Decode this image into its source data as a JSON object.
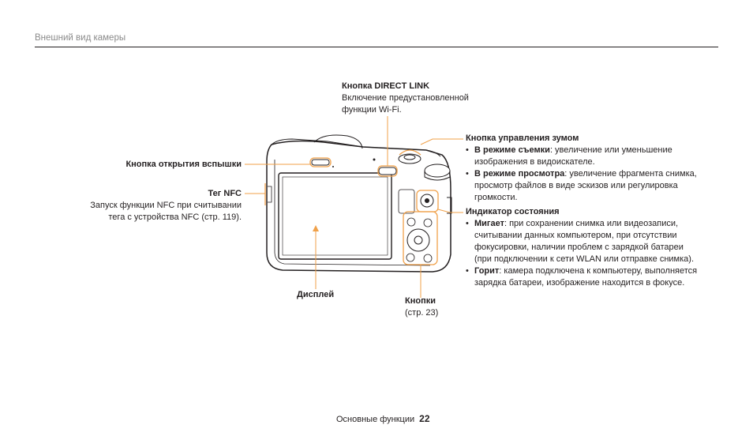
{
  "header": {
    "section_title": "Внешний вид камеры"
  },
  "callouts": {
    "direct_link": {
      "title": "Кнопка DIRECT LINK",
      "line1": "Включение предустановленной",
      "line2": "функции Wi-Fi."
    },
    "flash": {
      "title": "Кнопка открытия вспышки"
    },
    "nfc": {
      "title": "Тег NFC",
      "line1": "Запуск функции NFC при считывании",
      "line2": "тега с устройства NFC (стр. 119)."
    },
    "display": {
      "title": "Дисплей"
    },
    "buttons": {
      "title": "Кнопки",
      "ref": "(стр. 23)"
    },
    "zoom": {
      "title": "Кнопка управления зумом",
      "bullets": [
        {
          "term": "В режиме съемки",
          "line1": ": увеличение или уменьшение",
          "line2": "изображения в видоискателе."
        },
        {
          "term": "В режиме просмотра",
          "line1": ": увеличение фрагмента снимка,",
          "line2": "просмотр файлов в виде эскизов или регулировка",
          "line3": "громкости."
        }
      ]
    },
    "status": {
      "title": "Индикатор состояния",
      "bullets": [
        {
          "term": "Мигает",
          "line1": ": при сохранении снимка или видеозаписи,",
          "line2": "считывании данных компьютером, при отсутствии",
          "line3": "фокусировки, наличии проблем с зарядкой батареи",
          "line4": "(при подключении к сети WLAN или отправке снимка)."
        },
        {
          "term": "Горит",
          "line1": ": камера подключена к компьютеру, выполняется",
          "line2": "зарядка батареи, изображение находится в фокусе."
        }
      ]
    }
  },
  "footer": {
    "label": "Основные функции",
    "page": "22"
  },
  "colors": {
    "callout_line": "#f0a14a",
    "text": "#231f20",
    "header": "#8a8a8a"
  }
}
